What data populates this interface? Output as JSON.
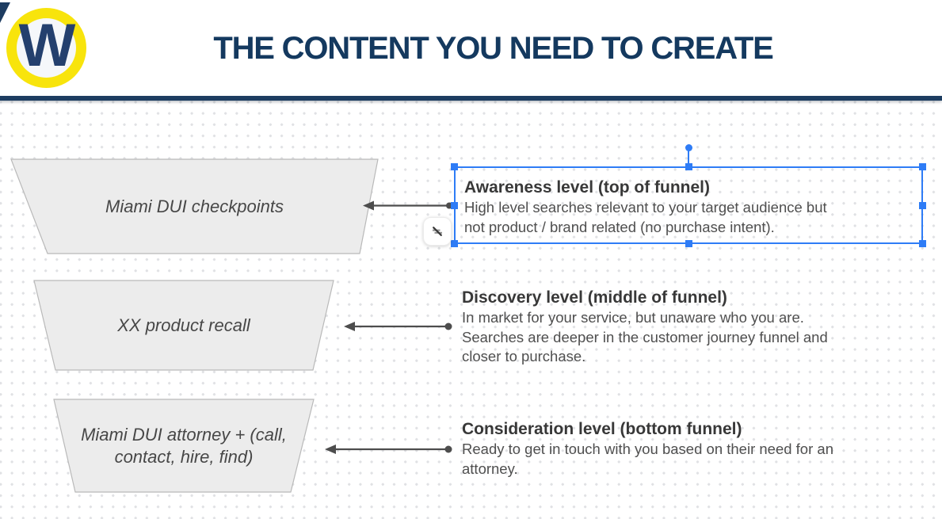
{
  "header": {
    "title": "THE CONTENT YOU NEED TO CREATE",
    "logo_letter": "W"
  },
  "canvas": {
    "funnel": [
      {
        "label_lines": [
          "Miami DUI checkpoints"
        ]
      },
      {
        "label_lines": [
          "XX product recall"
        ]
      },
      {
        "label_lines": [
          "Miami DUI attorney + (call,",
          "contact, hire, find)"
        ]
      }
    ],
    "levels": [
      {
        "heading": "Awareness level (top of funnel)",
        "body_lines": [
          "High level searches relevant to your target audience but",
          "not product / brand related (no purchase intent)."
        ],
        "selected": true
      },
      {
        "heading": "Discovery level (middle of funnel)",
        "body_lines": [
          "In market for your service, but unaware who you are.",
          "Searches are deeper in the customer journey funnel and",
          "closer to purchase."
        ],
        "selected": false
      },
      {
        "heading": "Consideration level (bottom funnel)",
        "body_lines": [
          "Ready to get in touch with you based on their need for an",
          "attorney."
        ],
        "selected": false
      }
    ]
  },
  "selection": {
    "state": "selected",
    "target": "awareness-level-text-block"
  },
  "icons": {
    "connector_button": "connector-line-style-icon",
    "arrow": "left-arrow-connector"
  },
  "colors": {
    "title_navy": "#14395f",
    "divider_navy": "#1d3d61",
    "logo_yellow": "#f8e40c",
    "logo_letter_navy": "#24406e",
    "selection_blue": "#2e7cf6",
    "arrow_gray": "#4d4d4d",
    "shape_fill": "#ececec",
    "shape_stroke": "#b9b9b9",
    "heading_text": "#383838",
    "body_text": "#4f4f4f",
    "dot_grid": "#e0e1e4"
  }
}
